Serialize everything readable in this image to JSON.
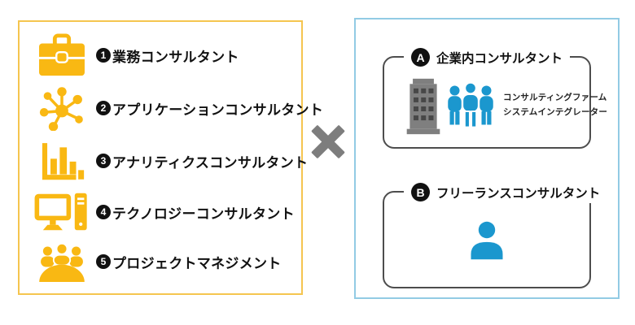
{
  "left_panel": {
    "items": [
      {
        "num": "1",
        "label": "業務コンサルタント",
        "icon": "briefcase-icon"
      },
      {
        "num": "2",
        "label": "アプリケーションコンサルタント",
        "icon": "network-nodes-icon"
      },
      {
        "num": "3",
        "label": "アナリティクスコンサルタント",
        "icon": "bar-chart-icon"
      },
      {
        "num": "4",
        "label": "テクノロジーコンサルタント",
        "icon": "desktop-computer-icon"
      },
      {
        "num": "5",
        "label": "プロジェクトマネジメント",
        "icon": "meeting-people-icon"
      }
    ]
  },
  "operator": {
    "symbol": "×"
  },
  "right_panel": {
    "section_a": {
      "badge": "A",
      "title": "企業内コンサルタント",
      "notes": [
        "コンサルティングファーム",
        "システムインテグレーター"
      ]
    },
    "section_b": {
      "badge": "B",
      "title": "フリーランスコンサルタント"
    }
  },
  "colors": {
    "icon_yellow": "#F9B813",
    "left_panel_border": "#F5C54F",
    "icon_blue": "#1B97CE",
    "right_panel_border": "#92CBE4",
    "building_gray": "#7F7F7F",
    "building_window_gray": "#474747",
    "multiply_gray": "#7D7D7D",
    "badge_black": "#111111"
  }
}
